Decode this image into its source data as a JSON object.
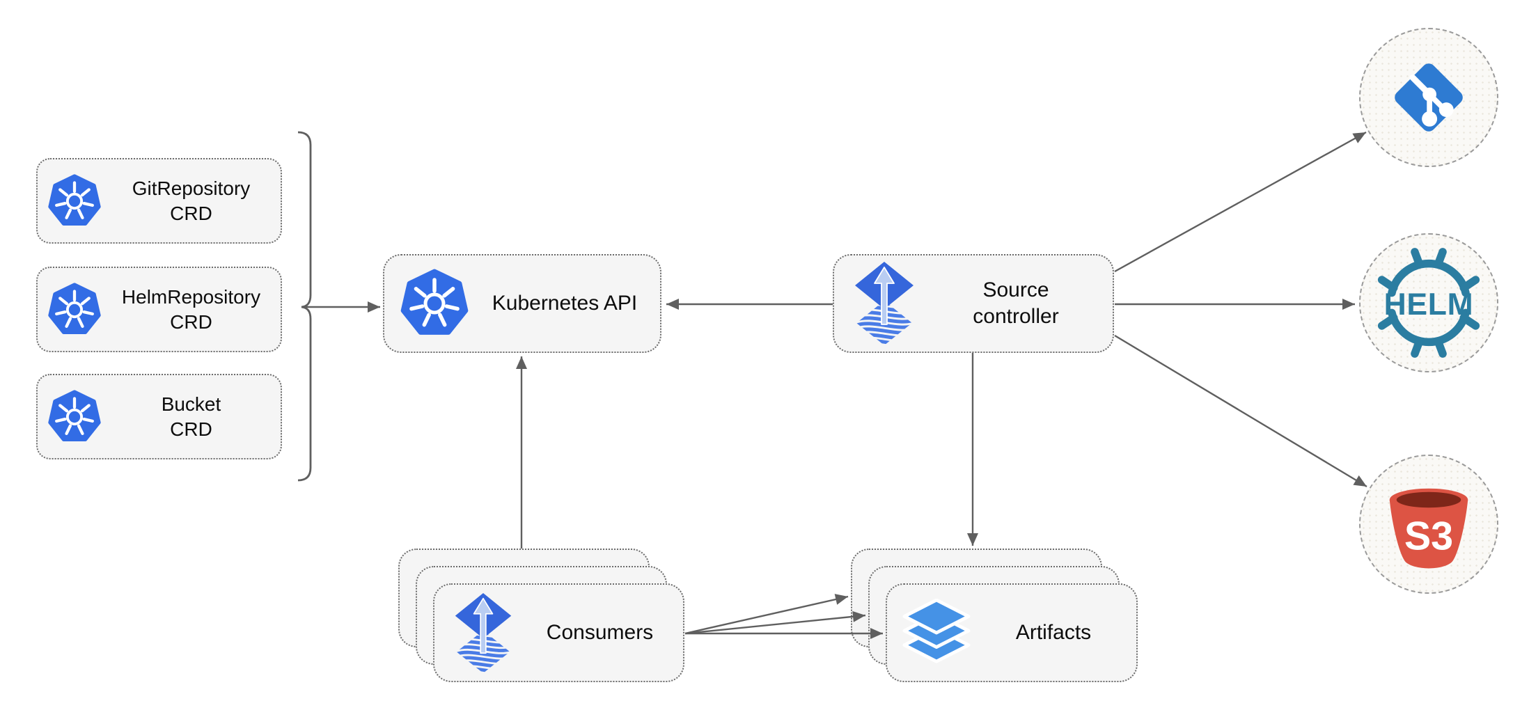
{
  "nodes": {
    "crds": [
      {
        "line1": "GitRepository",
        "line2": "CRD",
        "icon": "kubernetes-icon"
      },
      {
        "line1": "HelmRepository",
        "line2": "CRD",
        "icon": "kubernetes-icon"
      },
      {
        "line1": "Bucket",
        "line2": "CRD",
        "icon": "kubernetes-icon"
      }
    ],
    "kubernetes_api": {
      "label": "Kubernetes API",
      "icon": "kubernetes-icon"
    },
    "source_controller": {
      "line1": "Source",
      "line2": "controller",
      "icon": "flux-icon"
    },
    "consumers": {
      "label": "Consumers",
      "icon": "flux-icon",
      "stack_count": 3
    },
    "artifacts": {
      "label": "Artifacts",
      "icon": "layers-icon",
      "stack_count": 3
    },
    "externals": {
      "git": {
        "icon": "git-icon"
      },
      "helm": {
        "icon": "helm-icon",
        "text": "HELM"
      },
      "s3": {
        "icon": "s3-bucket-icon",
        "text": "S3"
      }
    }
  },
  "edges": [
    {
      "from": "crd-group-bracket",
      "to": "kubernetes_api",
      "arrow": "end"
    },
    {
      "from": "source_controller",
      "to": "kubernetes_api",
      "arrow": "end"
    },
    {
      "from": "consumers",
      "to": "kubernetes_api",
      "arrow": "end"
    },
    {
      "from": "source_controller",
      "to": "git",
      "arrow": "end"
    },
    {
      "from": "source_controller",
      "to": "helm",
      "arrow": "end"
    },
    {
      "from": "source_controller",
      "to": "s3",
      "arrow": "end"
    },
    {
      "from": "source_controller",
      "to": "artifacts",
      "arrow": "end"
    },
    {
      "from": "consumers",
      "to": "artifacts",
      "arrow": "end",
      "count": 3
    }
  ],
  "colors": {
    "kubernetes_blue": "#326CE5",
    "flux_blue": "#3566DB",
    "flux_arrow_light": "#B9CDF2",
    "git_blue": "#2E7BD2",
    "helm_teal": "#2B7DA1",
    "s3_red": "#DD5444",
    "s3_dark_red": "#7E2619",
    "layers_blue": "#4592E6",
    "connector_gray": "#5F5F5F",
    "node_fill": "#F5F5F5",
    "node_border": "#6B6B6B",
    "circle_fill": "#FAF9F6",
    "circle_border": "#9A9A9A"
  }
}
